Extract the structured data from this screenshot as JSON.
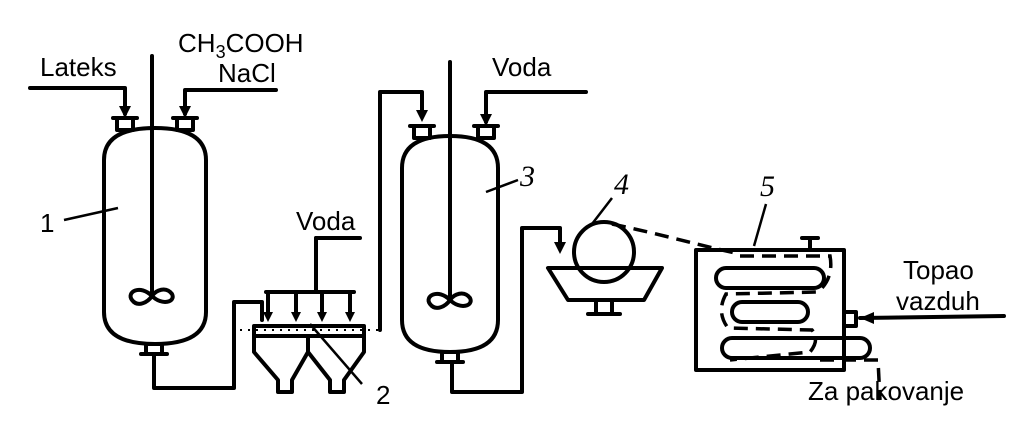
{
  "labels": {
    "lateks": "Lateks",
    "acid": "CH3COOH",
    "acid_main": "CH",
    "acid_sub": "3",
    "acid_rest": "COOH",
    "nacl": "NaCl",
    "voda_top": "Voda",
    "voda_mid": "Voda",
    "topao": "Topao",
    "vazduh": "vazduh",
    "za_pakovanje": "Za pakovanje"
  },
  "numbers": {
    "n1": "1",
    "n2": "2",
    "n3": "3",
    "n4": "4",
    "n5": "5"
  }
}
